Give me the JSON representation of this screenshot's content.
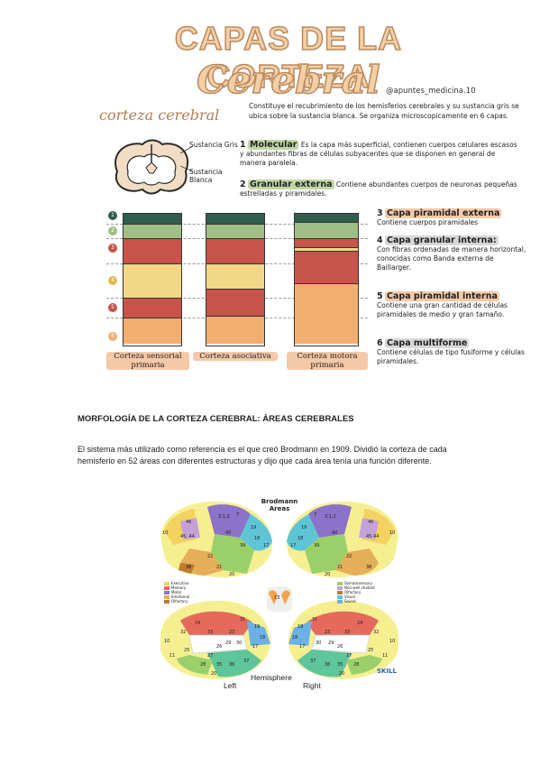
{
  "header": {
    "title_line1": "CAPAS DE LA CORTEZA",
    "title_line2": "Cerebral",
    "handle": "@apuntes_medicina.10"
  },
  "intro": {
    "label": "corteza cerebral",
    "text": "Constituye el recubrimiento de los hemisferios cerebrales y su sustancia gris se ubica sobre la sustancia blanca. Se organiza microscopicamente en 6 capas."
  },
  "brain_labels": {
    "gray": "Sustancia Gris",
    "white": "Sustancia Blanca"
  },
  "layers_top": [
    {
      "num": "1",
      "name": "Molecular",
      "desc": "Es la capa más superficial, contienen cuerpos celulares escasos y abundantes fibras de células subyacentes que se disponen en general de manera paralela."
    },
    {
      "num": "2",
      "name": "Granular externa",
      "desc": "Contiene abundantes cuerpos de neuronas pequeñas estrelladas y piramidales."
    }
  ],
  "layers_side": [
    {
      "num": "3",
      "name": "Capa piramidal externa",
      "desc": "Contiene cuerpos piramidales"
    },
    {
      "num": "4",
      "name": "Capa granular interna:",
      "desc": "Con fibras ordenadas de manera horizontal, conocidas como Banda externa de Baillarger."
    },
    {
      "num": "5",
      "name": "Capa piramidal interna",
      "desc": "Contiene una gran cantidad de células piramidales de medio y gran tamaño."
    },
    {
      "num": "6",
      "name": "Capa multiforme",
      "desc": "Contiene células de tipo fusiforme y células piramidales."
    }
  ],
  "block_numbers": [
    "1",
    "2",
    "3",
    "4",
    "5",
    "6"
  ],
  "blocks": [
    {
      "caption": "Corteza sensorial primaria"
    },
    {
      "caption": "Corteza asociativa"
    },
    {
      "caption": "Corteza motora primaria"
    }
  ],
  "colors": {
    "layer1": "#2f5f4c",
    "layer2": "#9fbf86",
    "layer3": "#c8534a",
    "layer4": "#f1d887",
    "layer5": "#c8534a",
    "layer6": "#f2ae6e"
  },
  "section2": {
    "heading": "MORFOLOGÍA DE LA CORTEZA CEREBRAL: ÁREAS CEREBRALES",
    "paragraph": "El sistema más utilizado como referencia es el que creó Brodmann en 1909. Dividió la corteza de cada hemisferio en 52 áreas con diferentes estructuras y dijo que cada área tenía una función diferente."
  },
  "brodmann": {
    "title_line1": "Brodmann",
    "title_line2": "Areas",
    "hemisphere": "Hemisphere",
    "left": "Left",
    "right": "Right",
    "center_num": "13",
    "logo": "SKILL",
    "legend_left": [
      "Executive",
      "Memory",
      "Motor",
      "Emotional",
      "Olfactory"
    ],
    "legend_right": [
      "Somatosensory",
      "Non-well studied",
      "Olfactory",
      "Visual",
      "Sound"
    ],
    "area_numbers_tl": [
      "46",
      "45, 44",
      "10",
      "38",
      "22",
      "21",
      "20",
      "40",
      "39",
      "18",
      "19",
      "17",
      "3,1,2",
      "7"
    ],
    "area_numbers_tr": [
      "3,1,2",
      "7",
      "40",
      "39",
      "19",
      "18",
      "17",
      "22",
      "21",
      "20",
      "38",
      "46",
      "45 44",
      "10"
    ],
    "area_numbers_bl": [
      "24",
      "32",
      "31",
      "23",
      "33",
      "30",
      "29",
      "26",
      "27",
      "28",
      "35",
      "36",
      "37",
      "19",
      "18",
      "17",
      "20",
      "10",
      "11",
      "25"
    ],
    "area_numbers_br": [
      "24",
      "32",
      "31",
      "23",
      "33",
      "30",
      "29",
      "26",
      "27",
      "28",
      "35",
      "36",
      "37",
      "19",
      "18",
      "17",
      "20",
      "10",
      "11",
      "25"
    ]
  }
}
